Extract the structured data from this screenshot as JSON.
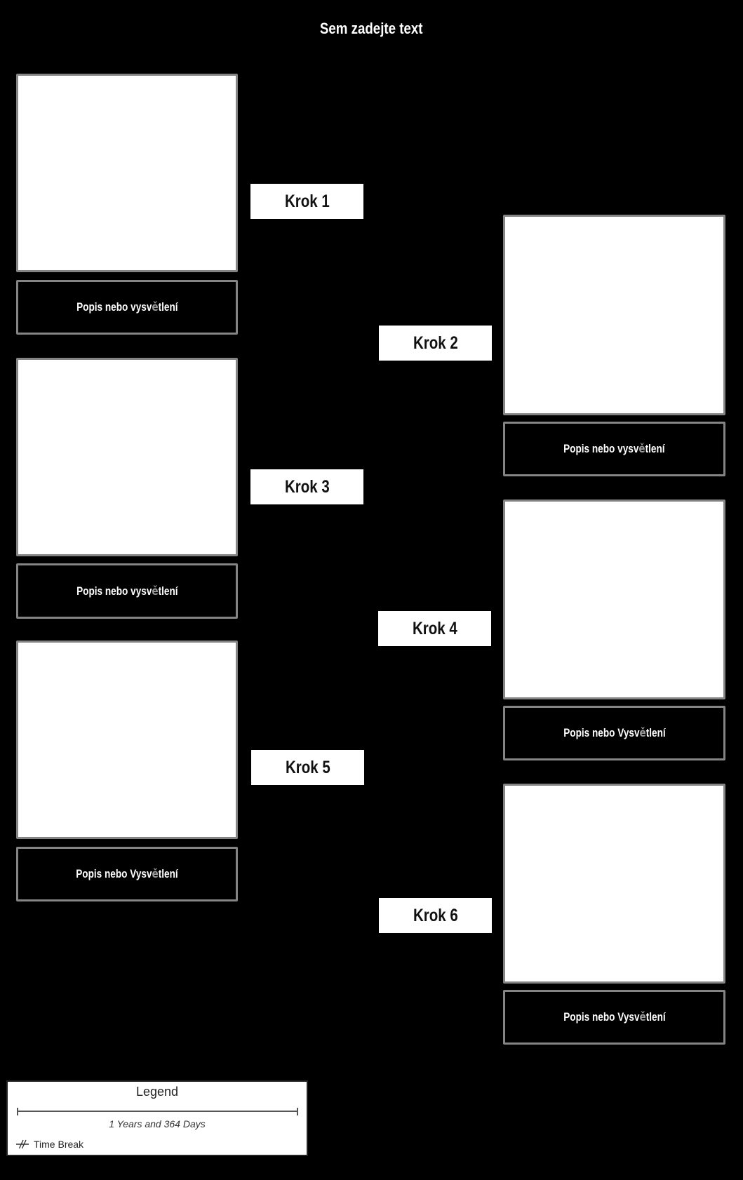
{
  "title": "Sem zadejte text",
  "steps": [
    {
      "label": "Krok 1",
      "caption_prefix": "Popis nebo vysv",
      "caption_caron": "ě",
      "caption_suffix": "tlení"
    },
    {
      "label": "Krok 2",
      "caption_prefix": "Popis nebo vysv",
      "caption_caron": "ě",
      "caption_suffix": "tlení"
    },
    {
      "label": "Krok 3",
      "caption_prefix": "Popis nebo vysv",
      "caption_caron": "ě",
      "caption_suffix": "tlení"
    },
    {
      "label": "Krok 4",
      "caption_prefix": "Popis nebo Vysv",
      "caption_caron": "ě",
      "caption_suffix": "tlení"
    },
    {
      "label": "Krok 5",
      "caption_prefix": "Popis nebo Vysv",
      "caption_caron": "ě",
      "caption_suffix": "tlení"
    },
    {
      "label": "Krok 6",
      "caption_prefix": "Popis nebo Vysv",
      "caption_caron": "ě",
      "caption_suffix": "tlení"
    }
  ],
  "legend": {
    "title": "Legend",
    "duration_label": "1 Years and 364 Days",
    "time_break_label": "Time Break",
    "time_break_icon": "time-break-icon"
  },
  "colors": {
    "background": "#000000",
    "box_fill": "#ffffff",
    "box_border": "#848484",
    "caption_fill": "#000000",
    "caption_text": "#ffffff",
    "caron_text": "#9a9a9a",
    "step_fill": "#ffffff",
    "step_text": "#111111",
    "legend_fill": "#ffffff",
    "legend_border": "#222222",
    "legend_text": "#222222",
    "timeline_line": "#555555"
  }
}
